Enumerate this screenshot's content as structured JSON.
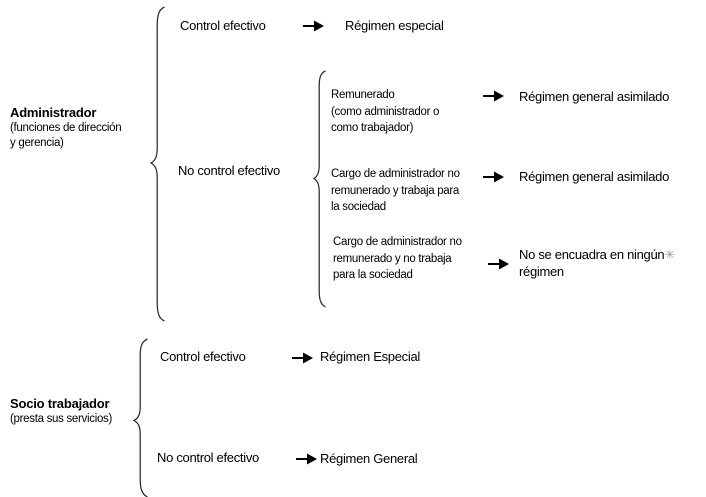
{
  "diagram": {
    "title_semantic": "regimen-seguridad-social-administrador-socio",
    "background_color": "#ffffff",
    "text_color": "#000000",
    "star_color": "#9a9a9a",
    "arrow_icon": "arrow-right-icon",
    "brace_icon": "curly-brace-icon",
    "branches": [
      {
        "id": "administrador",
        "label": "Administrador",
        "sublabel_line1": "(funciones de dirección",
        "sublabel_line2": "y gerencia)",
        "conditions": [
          {
            "id": "control-efectivo",
            "label": "Control efectivo",
            "outcome": "Régimen especial"
          },
          {
            "id": "no-control-efectivo",
            "label": "No control efectivo",
            "cases": [
              {
                "id": "remunerado",
                "lines": [
                  "Remunerado",
                  "(como administrador o",
                  "como trabajador)"
                ],
                "outcome": "Régimen general asimilado",
                "has_star": false
              },
              {
                "id": "no-remunerado-trabaja",
                "lines": [
                  "Cargo de administrador no",
                  "remunerado y trabaja para",
                  "la sociedad"
                ],
                "outcome": "Régimen general asimilado",
                "has_star": false
              },
              {
                "id": "no-remunerado-no-trabaja",
                "lines": [
                  "Cargo de administrador no",
                  "remunerado y no trabaja",
                  "para la sociedad"
                ],
                "outcome": "No se encuadra en ningún",
                "outcome_line2": "régimen",
                "has_star": true,
                "star_glyph": "✳"
              }
            ]
          }
        ]
      },
      {
        "id": "socio-trabajador",
        "label": "Socio trabajador",
        "sublabel_line1": "(presta sus servicios)",
        "conditions": [
          {
            "id": "socio-control-efectivo",
            "label": "Control efectivo",
            "outcome": "Régimen Especial"
          },
          {
            "id": "socio-no-control-efectivo",
            "label": "No control efectivo",
            "outcome": "Régimen General"
          }
        ]
      }
    ]
  }
}
